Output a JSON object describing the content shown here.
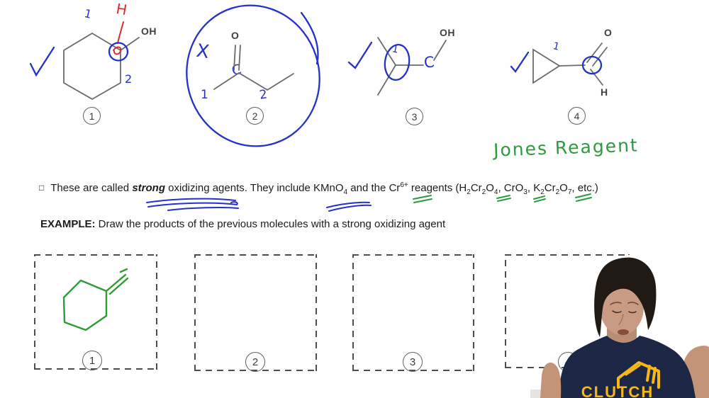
{
  "colors": {
    "blue_ink": "#2531c9",
    "red_ink": "#d42f2f",
    "green_ink": "#2c9a3e",
    "structure_gray": "#6b6b6b",
    "text": "#1c1c1c",
    "shirt_navy": "#1c2746",
    "logo_yellow": "#f7b717"
  },
  "molecules": {
    "m1": {
      "number": "1",
      "oh": "OH",
      "h_label": "H",
      "pos1": "1",
      "pos2": "2"
    },
    "m2": {
      "number": "2",
      "o": "O",
      "x_mark": "X",
      "c_mark": "C",
      "pos1": "1",
      "pos2": "2"
    },
    "m3": {
      "number": "3",
      "oh": "OH",
      "pos1": "1",
      "c_mark": "C"
    },
    "m4": {
      "number": "4",
      "o": "O",
      "h": "H",
      "pos1": "1"
    }
  },
  "notes": {
    "jones_reagent": "Jones Reagent"
  },
  "statement": {
    "bullet": "□",
    "t1": "These are called ",
    "strong": "strong",
    "t2": " oxidizing agents. They include KMnO",
    "s1": "4",
    "t3": " and the Cr",
    "sup1": "6+",
    "t4": " reagents (H",
    "s2": "2",
    "t5": "Cr",
    "s3": "2",
    "t6": "O",
    "s4": "4",
    "t7": ", CrO",
    "s5": "3",
    "t8": ", K",
    "s6": "2",
    "t9": "Cr",
    "s7": "2",
    "t10": "O",
    "s8": "7",
    "t11": ", etc.)"
  },
  "example": {
    "label": "EXAMPLE:",
    "text": " Draw the products of the previous molecules with a strong oxidizing agent"
  },
  "answer_boxes": [
    {
      "number": "1"
    },
    {
      "number": "2"
    },
    {
      "number": "3"
    },
    {
      "number": "4"
    }
  ],
  "person": {
    "shirt_text": "CLUTCH"
  }
}
